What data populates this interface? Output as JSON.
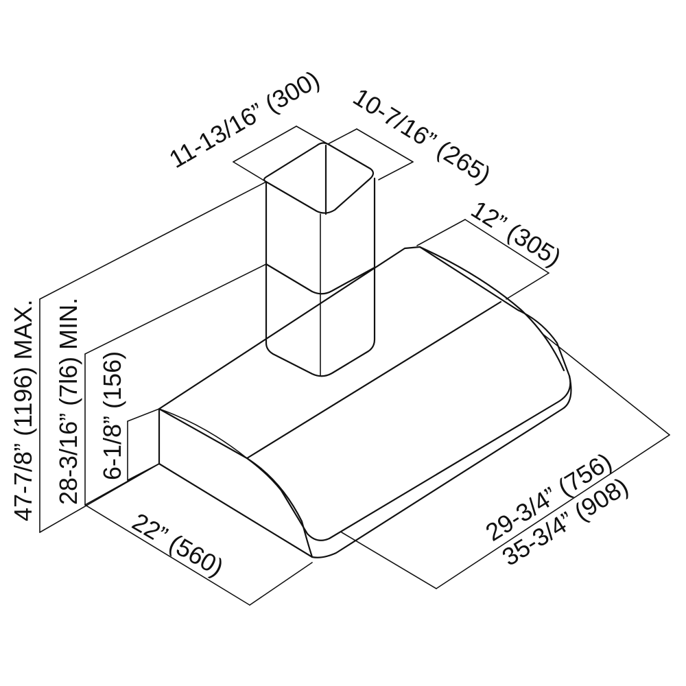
{
  "dimensions": {
    "duct_width": "11-13/16” (300)",
    "duct_depth": "10-7/16” (265)",
    "hood_top_depth": "12” (305)",
    "max_height": "47-7/8” (1196) MAX.",
    "min_height": "28-3/16” (7l6) MIN.",
    "hood_height": "6-1/8” (156)",
    "hood_depth": "22” (560)",
    "inner_width": "29-3/4” (756)",
    "overall_width": "35-3/4” (908)"
  }
}
